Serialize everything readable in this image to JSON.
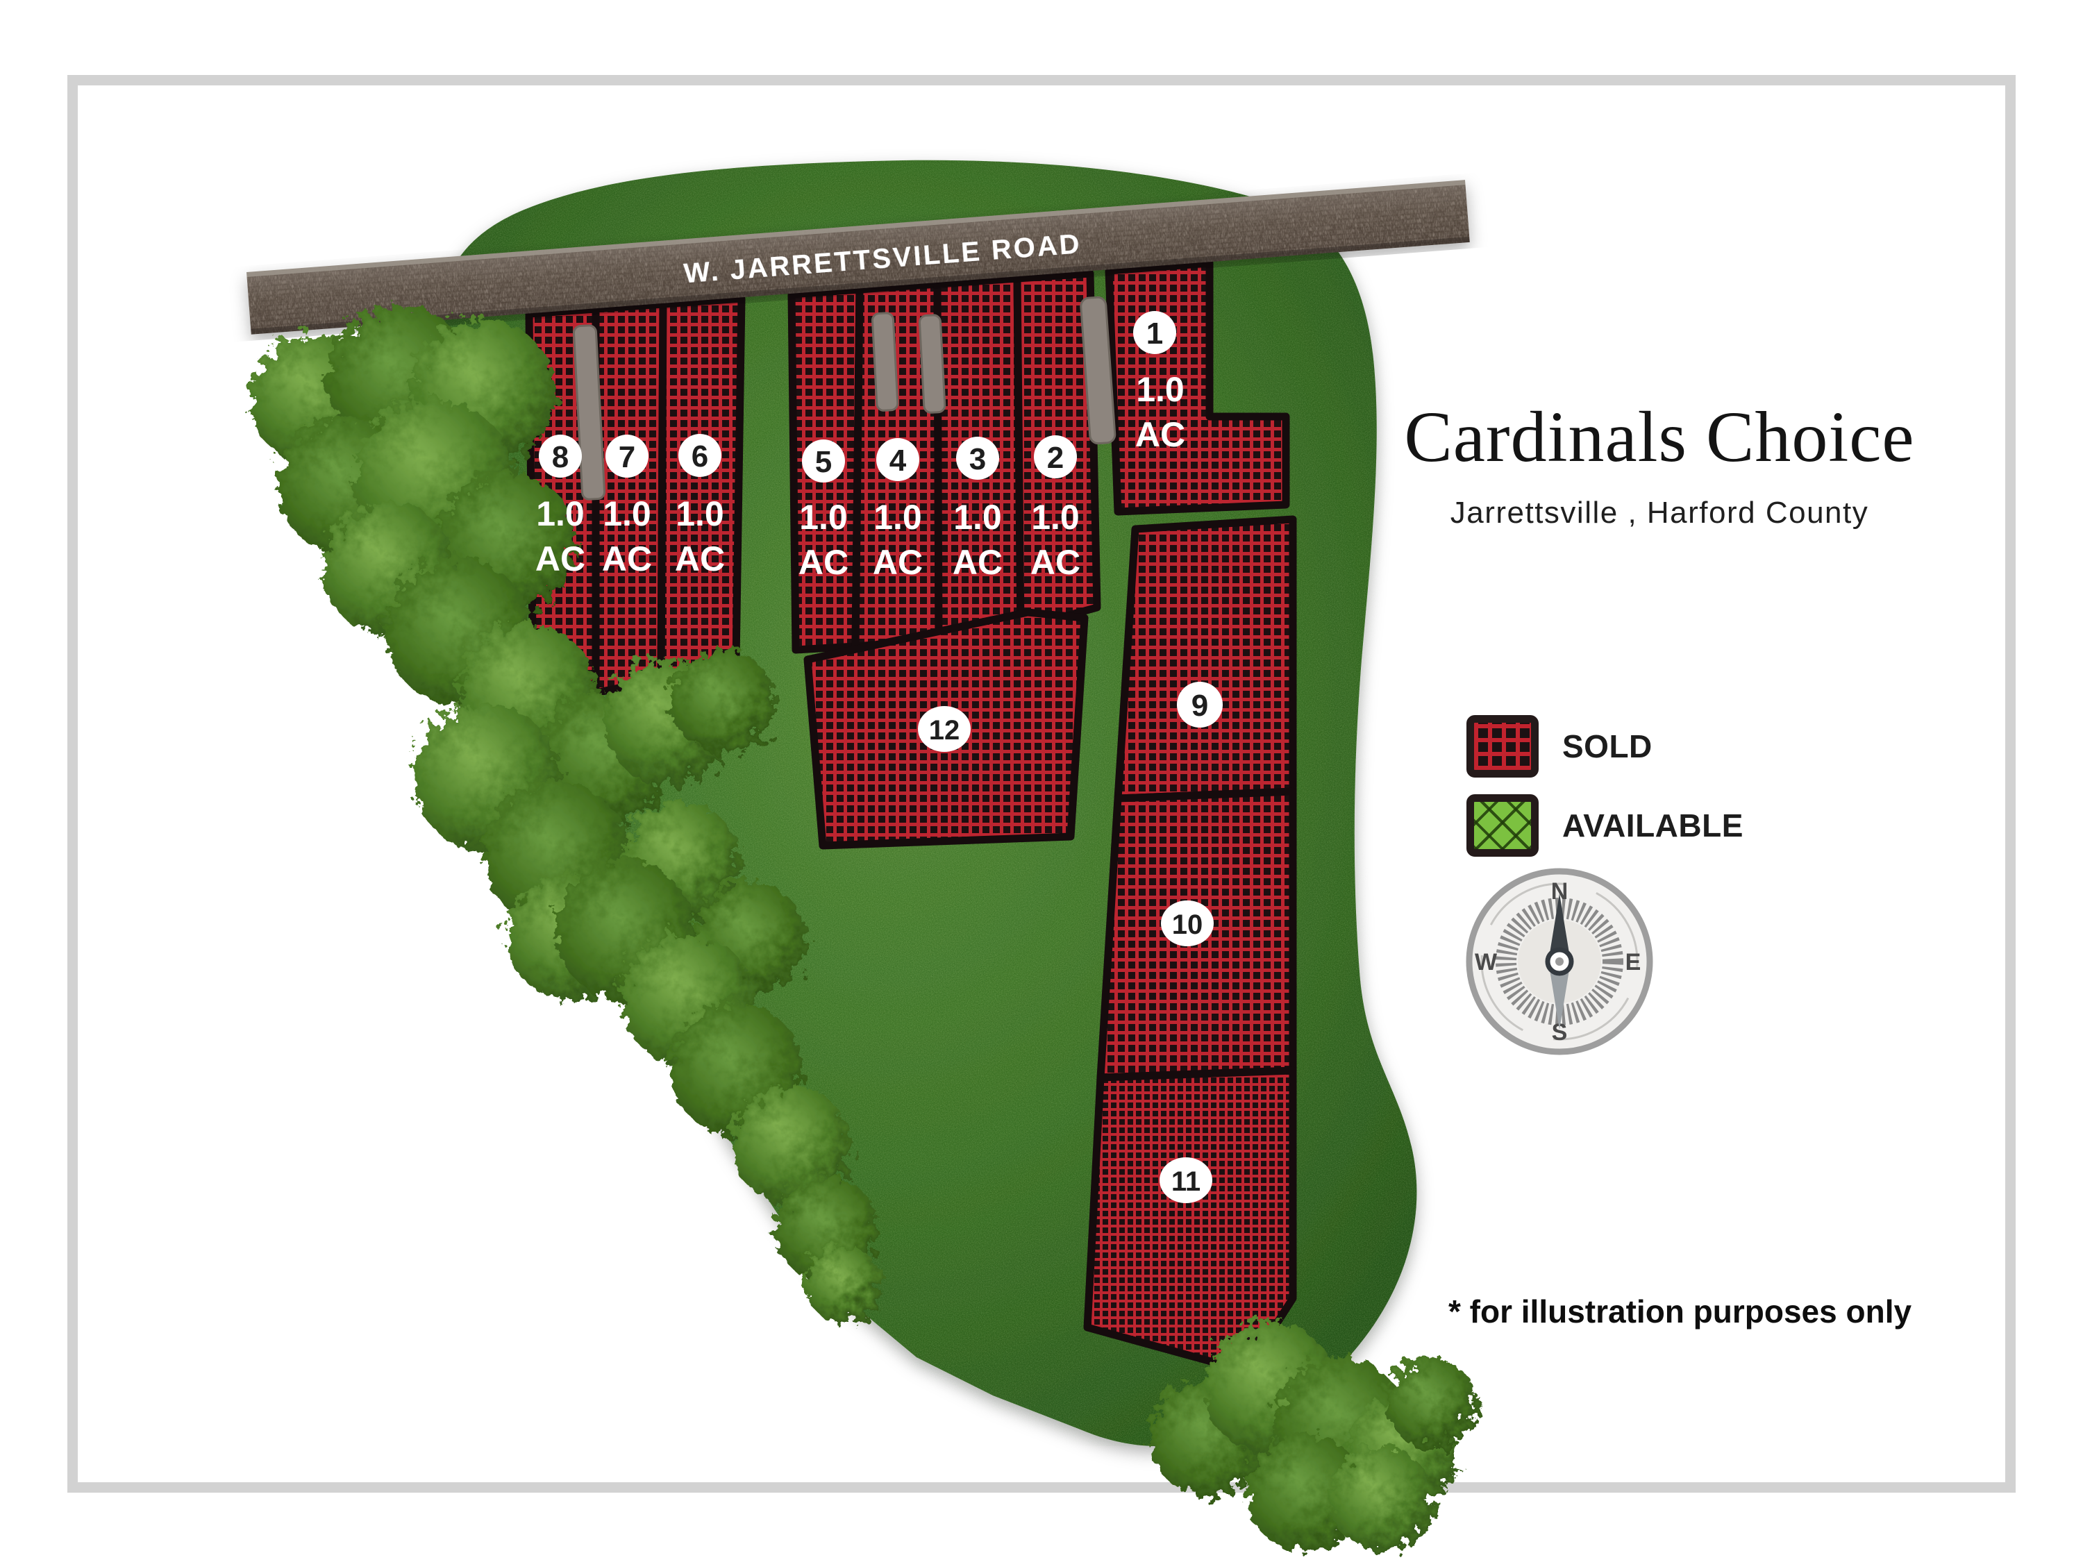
{
  "page": {
    "title": "Cardinals Choice",
    "subtitle": "Jarrettsville , Harford County",
    "footnote": "* for illustration purposes only"
  },
  "road": {
    "label": "W. JARRETTSVILLE ROAD"
  },
  "legend": {
    "sold_label": "SOLD",
    "available_label": "AVAILABLE",
    "sold_color": "#c2232e",
    "available_color": "#7cc140"
  },
  "compass": {
    "n": "N",
    "e": "E",
    "s": "S",
    "w": "W"
  },
  "lots": [
    {
      "number": "1",
      "area": "1.0",
      "unit": "AC",
      "status": "sold"
    },
    {
      "number": "2",
      "area": "1.0",
      "unit": "AC",
      "status": "sold"
    },
    {
      "number": "3",
      "area": "1.0",
      "unit": "AC",
      "status": "sold"
    },
    {
      "number": "4",
      "area": "1.0",
      "unit": "AC",
      "status": "sold"
    },
    {
      "number": "5",
      "area": "1.0",
      "unit": "AC",
      "status": "sold"
    },
    {
      "number": "6",
      "area": "1.0",
      "unit": "AC",
      "status": "sold"
    },
    {
      "number": "7",
      "area": "1.0",
      "unit": "AC",
      "status": "sold"
    },
    {
      "number": "8",
      "area": "1.0",
      "unit": "AC",
      "status": "sold"
    },
    {
      "number": "9",
      "status": "sold"
    },
    {
      "number": "10",
      "status": "sold"
    },
    {
      "number": "11",
      "status": "sold"
    },
    {
      "number": "12",
      "status": "sold"
    }
  ]
}
